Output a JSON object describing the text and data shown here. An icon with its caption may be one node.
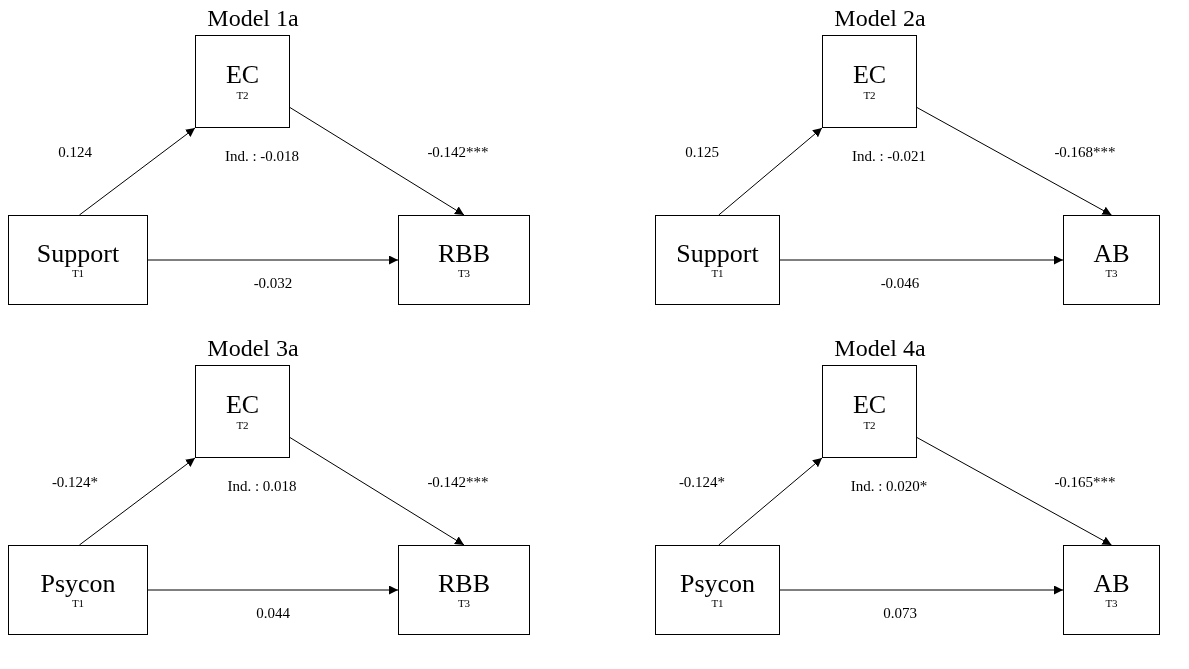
{
  "diagram": {
    "nodes": [
      {
        "text": [
          "EC",
          "T2"
        ]
      },
      {
        "text": [
          "Support",
          "T1"
        ]
      },
      {
        "text": [
          "RBB",
          "T3"
        ]
      },
      {
        "text": [
          "EC",
          "T2"
        ]
      },
      {
        "text": [
          "Support",
          "T1"
        ]
      },
      {
        "text": [
          "AB",
          "T3"
        ]
      },
      {
        "text": [
          "EC",
          "T2"
        ]
      },
      {
        "text": [
          "Psycon",
          "T1"
        ]
      },
      {
        "text": [
          "RBB",
          "T3"
        ]
      },
      {
        "text": [
          "EC",
          "T2"
        ]
      },
      {
        "text": [
          "Psycon",
          "T1"
        ]
      },
      {
        "text": [
          "AB",
          "T3"
        ]
      }
    ],
    "edges": [
      {
        "from": 1,
        "to": 0,
        "arrow": "to",
        "label": "0.124"
      },
      {
        "from": 0,
        "to": 2,
        "arrow": "to",
        "label": "-0.142***"
      },
      {
        "from": 1,
        "to": 2,
        "arrow": "to",
        "label": "-0.032"
      },
      {
        "from": 4,
        "to": 3,
        "arrow": "to",
        "label": "0.125"
      },
      {
        "from": 3,
        "to": 5,
        "arrow": "to",
        "label": "-0.168***"
      },
      {
        "from": 4,
        "to": 5,
        "arrow": "to",
        "label": "-0.046"
      },
      {
        "from": 7,
        "to": 6,
        "arrow": "to",
        "label": "-0.124*"
      },
      {
        "from": 6,
        "to": 8,
        "arrow": "to",
        "label": "-0.142***"
      },
      {
        "from": 7,
        "to": 8,
        "arrow": "to",
        "label": "0.044"
      },
      {
        "from": 10,
        "to": 9,
        "arrow": "to",
        "label": "-0.124*"
      },
      {
        "from": 9,
        "to": 11,
        "arrow": "to",
        "label": "-0.165***"
      },
      {
        "from": 10,
        "to": 11,
        "arrow": "to",
        "label": "0.073"
      }
    ],
    "labels": [
      "Model 1a",
      "Ind. : -0.018",
      "Model 2a",
      "Ind. : -0.021",
      "Model 3a",
      "Ind. : 0.018",
      "Model 4a",
      "Ind. : 0.020*"
    ]
  }
}
